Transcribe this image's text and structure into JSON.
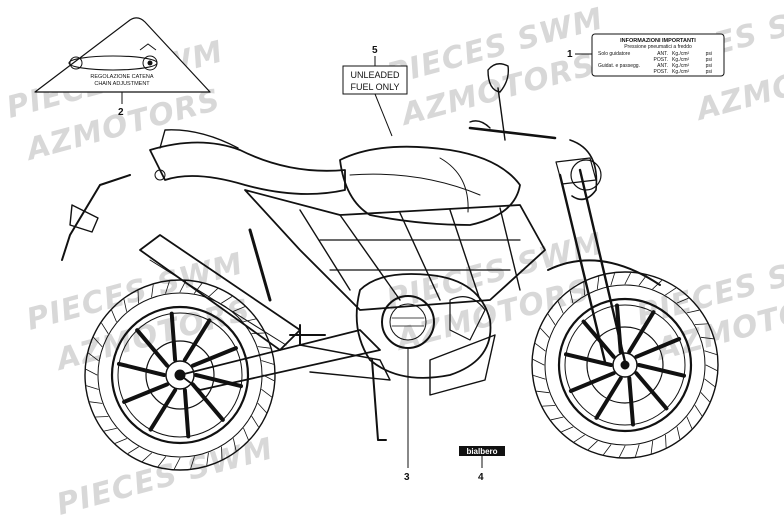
{
  "watermarks": {
    "brand_a": "PIECES SWM",
    "brand_b": "AZMOTORS"
  },
  "callouts": [
    "1",
    "2",
    "3",
    "4",
    "5"
  ],
  "chain_label": {
    "line1": "REGOLAZIONE CATENA",
    "line2": "CHAIN ADJUSTMENT"
  },
  "fuel_label": {
    "line1": "UNLEADED",
    "line2": "FUEL ONLY"
  },
  "tyre_label": {
    "title": "INFORMAZIONI IMPORTANTI",
    "subtitle": "Pressione pneumatici a freddo",
    "rows": [
      {
        "rider": "Solo guidatore",
        "pos": "ANT.",
        "unit": "Kg./cm²",
        "psi": "psi"
      },
      {
        "rider": "",
        "pos": "POST.",
        "unit": "Kg./cm²",
        "psi": "psi"
      },
      {
        "rider": "Guidat. e passegg.",
        "pos": "ANT.",
        "unit": "Kg./cm²",
        "psi": "psi"
      },
      {
        "rider": "",
        "pos": "POST.",
        "unit": "Kg./cm²",
        "psi": "psi"
      }
    ]
  },
  "brand_decal": "bialbero"
}
